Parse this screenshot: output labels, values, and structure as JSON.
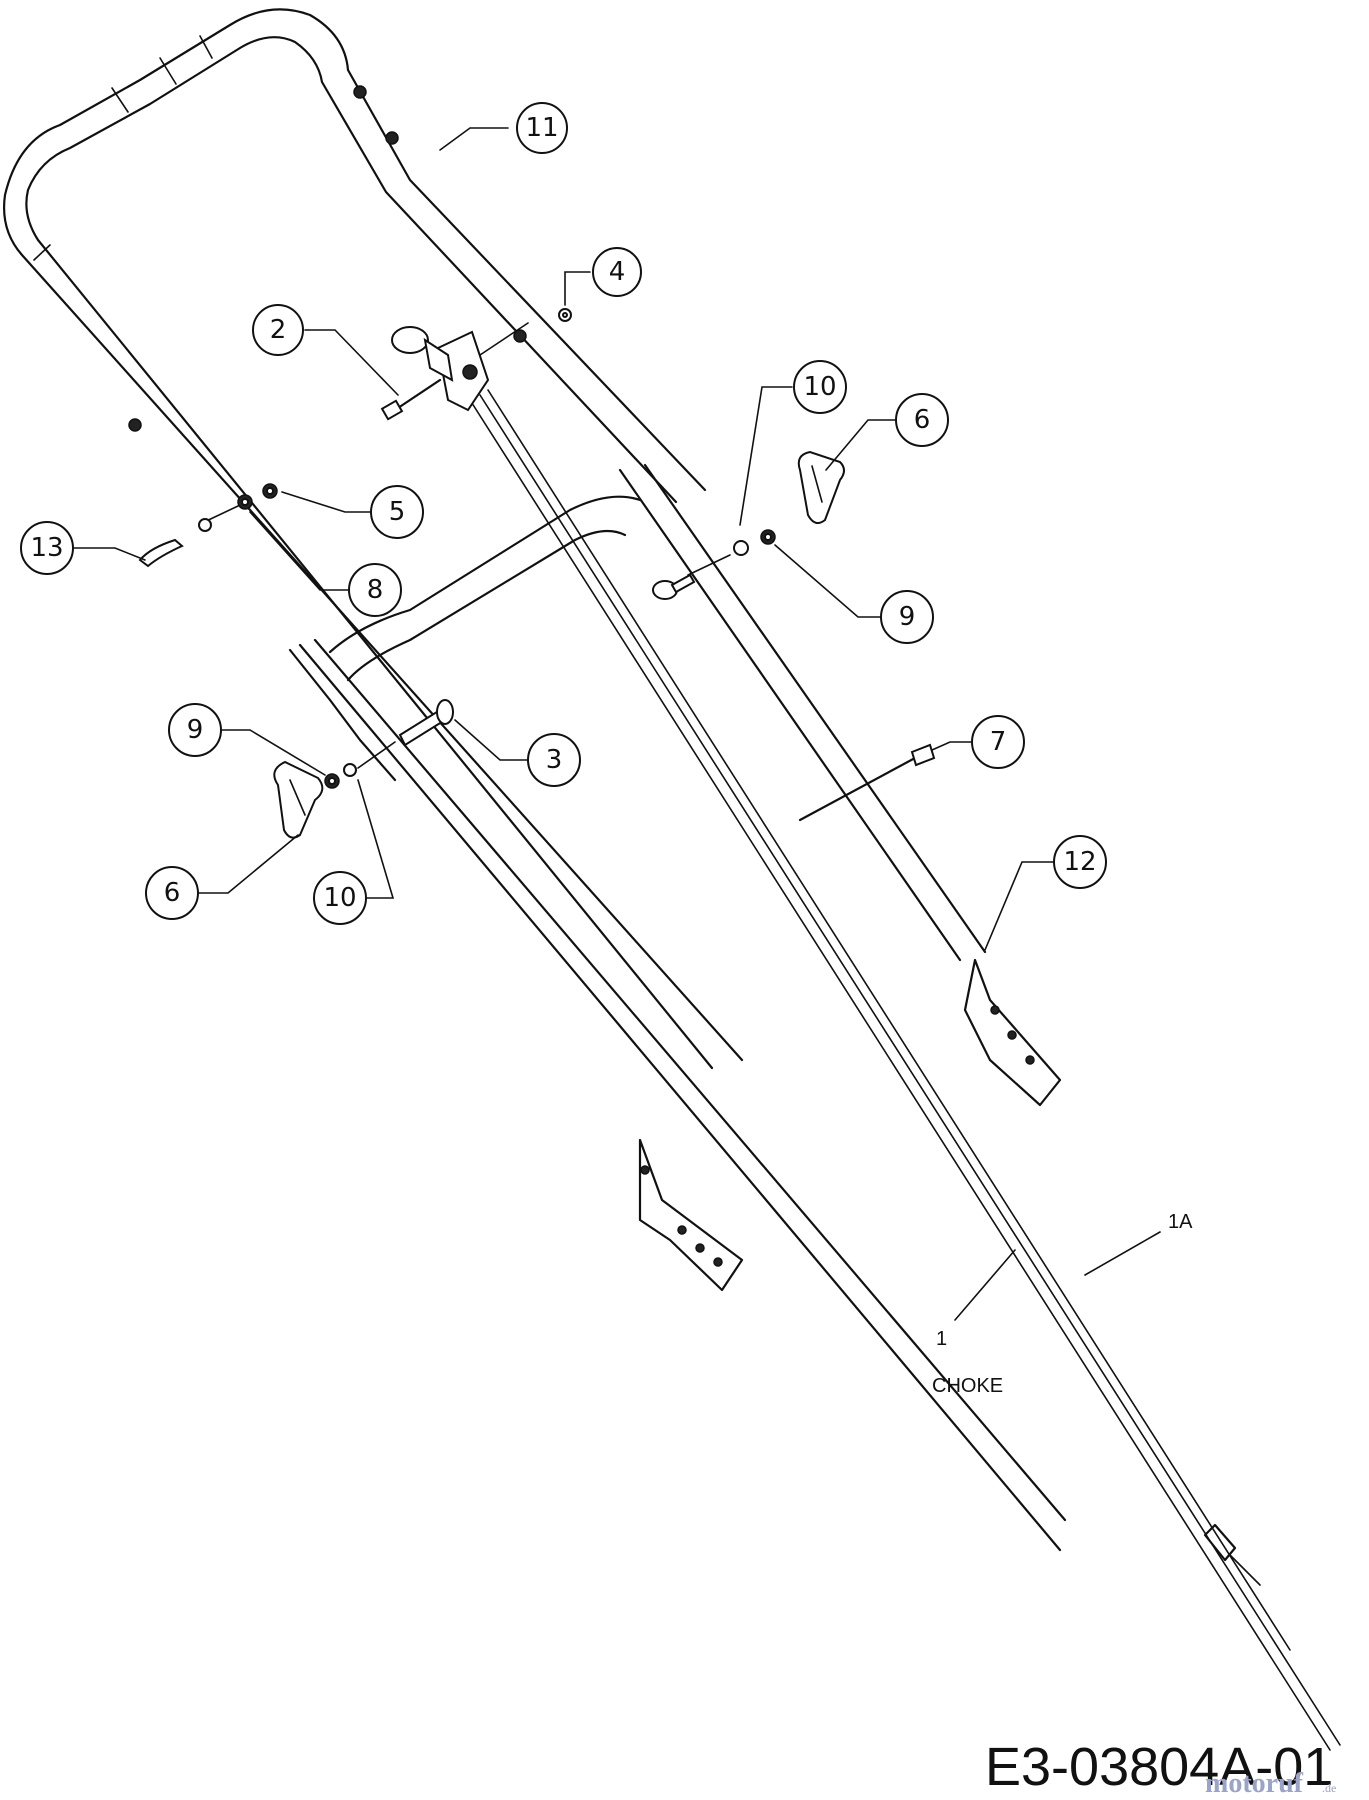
{
  "diagram": {
    "callouts": [
      "11",
      "4",
      "2",
      "10",
      "6",
      "5",
      "13",
      "8",
      "9",
      "9",
      "3",
      "7",
      "6",
      "10",
      "12"
    ],
    "labels": {
      "cable_1a": "1A",
      "cable_1": "1",
      "choke": "CHOKE"
    },
    "drawing_code": "E3-03804A-01",
    "watermark": {
      "brand": "motoruf",
      "suffix": ".de"
    }
  }
}
